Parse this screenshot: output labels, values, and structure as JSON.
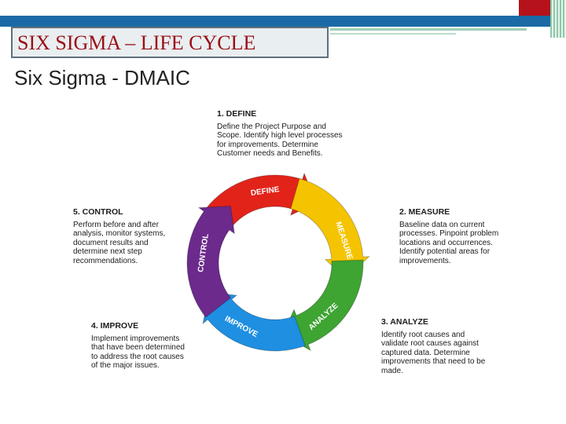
{
  "slide": {
    "title": "SIX SIGMA – LIFE CYCLE",
    "subtitle": "Six Sigma - DMAIC"
  },
  "steps": [
    {
      "id": "define",
      "heading": "1. DEFINE",
      "arrow_label": "DEFINE",
      "description": "Define the Project Purpose and Scope. Identify high level processes for improvements. Determine Customer needs and Benefits.",
      "color": "#e2231a"
    },
    {
      "id": "measure",
      "heading": "2. MEASURE",
      "arrow_label": "MEASURE",
      "description": "Baseline data on current processes. Pinpoint problem locations and occurrences. Identify potential areas for improvements.",
      "color": "#f5c400"
    },
    {
      "id": "analyze",
      "heading": "3. ANALYZE",
      "arrow_label": "ANALYZE",
      "description": "Identify root causes and validate root causes against captured data. Determine improvements that need to be made.",
      "color": "#3ea432"
    },
    {
      "id": "improve",
      "heading": "4. IMPROVE",
      "arrow_label": "IMPROVE",
      "description": "Implement improvements that have been determined to address the root causes of the major issues.",
      "color": "#1e8fe1"
    },
    {
      "id": "control",
      "heading": "5. CONTROL",
      "arrow_label": "CONTROL",
      "description": "Perform before and after analysis, monitor systems, document results and determine next step recommendations.",
      "color": "#6b2a8c"
    }
  ]
}
